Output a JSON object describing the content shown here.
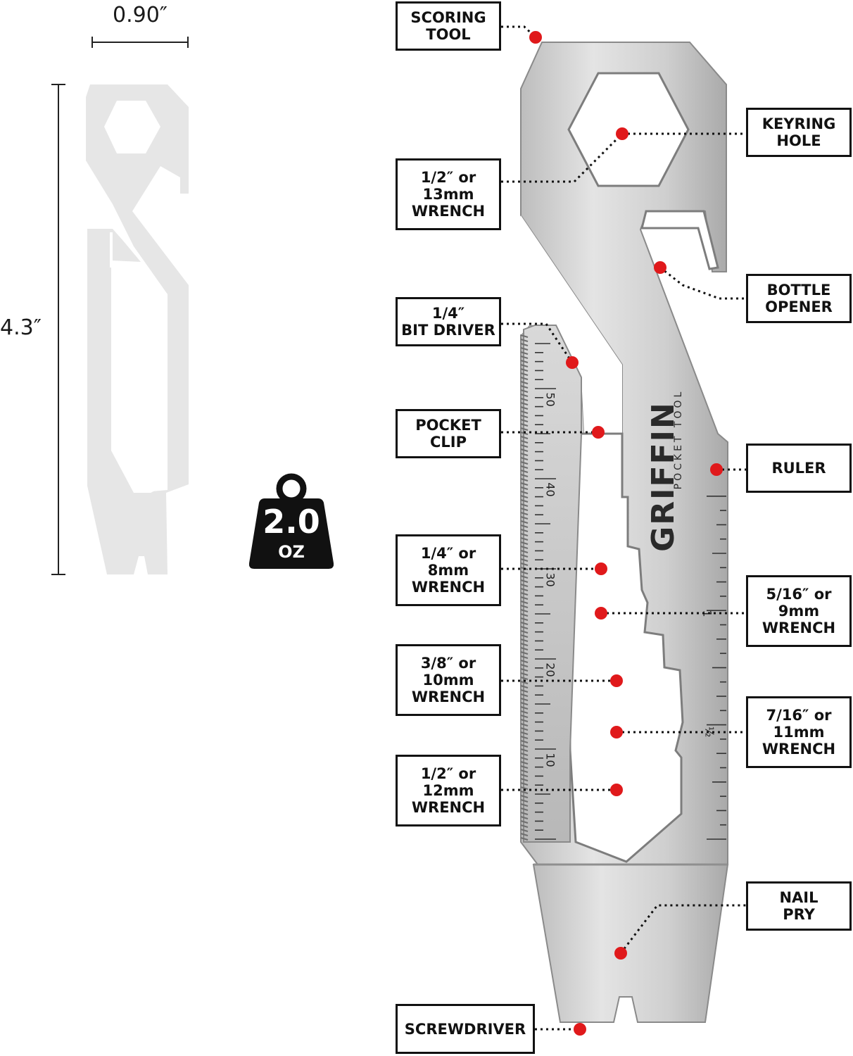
{
  "dimensions": {
    "width_label": "0.90″",
    "height_label": "4.3″"
  },
  "weight": {
    "value": "2.0",
    "unit": "OZ"
  },
  "tool": {
    "brand": "GRIFFIN",
    "subtitle": "POCKET TOOL",
    "ruler_mm": [
      "50",
      "40",
      "30",
      "20",
      "10"
    ],
    "ruler_in": [
      "1",
      "½"
    ]
  },
  "labels": {
    "scoring_tool": "SCORING\nTOOL",
    "wrench_13mm": "1/2″ or\n13mm\nWRENCH",
    "bit_driver": "1/4″\nBIT DRIVER",
    "pocket_clip": "POCKET\nCLIP",
    "wrench_8mm": "1/4″ or\n8mm\nWRENCH",
    "wrench_10mm": "3/8″ or\n10mm\nWRENCH",
    "wrench_12mm": "1/2″ or\n12mm\nWRENCH",
    "screwdriver": "SCREWDRIVER",
    "keyring_hole": "KEYRING\nHOLE",
    "bottle_opener": "BOTTLE\nOPENER",
    "ruler": "RULER",
    "wrench_9mm": "5/16″ or\n9mm\nWRENCH",
    "wrench_11mm": "7/16″ or\n11mm\nWRENCH",
    "nail_pry": "NAIL\nPRY"
  },
  "colors": {
    "marker": "#e0191b",
    "silhouette": "#e6e6e6",
    "steel_light": "#d8d8d8",
    "steel_dark": "#9c9c9c",
    "ink": "#111111"
  }
}
